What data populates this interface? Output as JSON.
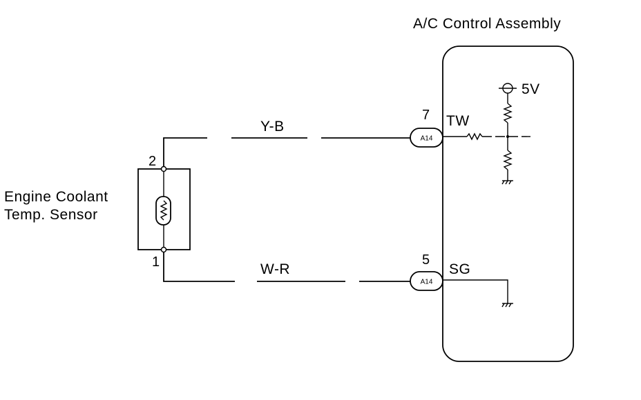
{
  "assembly": {
    "title": "A/C Control Assembly"
  },
  "sensor": {
    "name_line1": "Engine Coolant",
    "name_line2": "Temp. Sensor",
    "pin_top": "2",
    "pin_bottom": "1"
  },
  "wires": [
    {
      "color_code": "Y-B",
      "connector": "A14",
      "pin": "7",
      "terminal": "TW"
    },
    {
      "color_code": "W-R",
      "connector": "A14",
      "pin": "5",
      "terminal": "SG"
    }
  ],
  "supply": {
    "label": "5V"
  }
}
